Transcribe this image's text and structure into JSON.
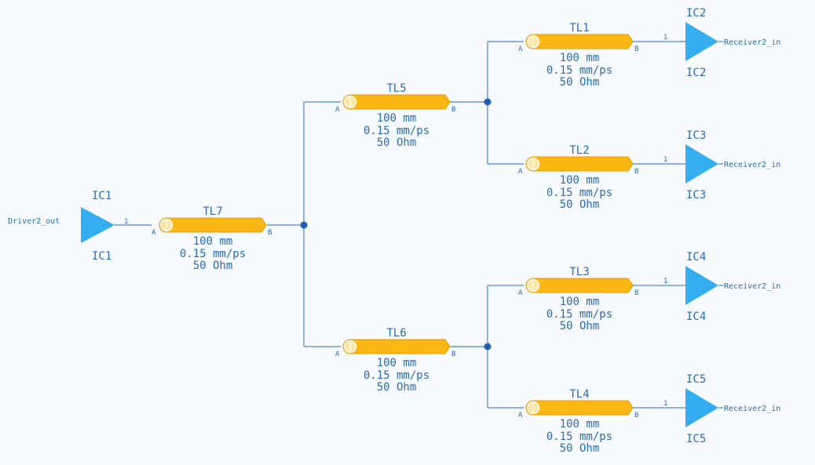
{
  "colors": {
    "background": "#f7faff",
    "wire": "#4a86c8",
    "trace_fill": "#fbb714",
    "trace_stroke": "#e99a00",
    "buffer": "#34aef0",
    "junction": "#1f5fb0",
    "text": "#2a6bb8"
  },
  "driver": {
    "ref_top": "IC1",
    "ref_bottom": "IC1",
    "net": "Driver2_out",
    "pin": "1"
  },
  "pin_a": "A",
  "pin_b": "B",
  "lines": [
    {
      "name": "TL7",
      "length": "100 mm",
      "velocity": "0.15 mm/ps",
      "impedance": "50 Ohm"
    },
    {
      "name": "TL5",
      "length": "100 mm",
      "velocity": "0.15 mm/ps",
      "impedance": "50 Ohm"
    },
    {
      "name": "TL6",
      "length": "100 mm",
      "velocity": "0.15 mm/ps",
      "impedance": "50 Ohm"
    },
    {
      "name": "TL1",
      "length": "100 mm",
      "velocity": "0.15 mm/ps",
      "impedance": "50 Ohm"
    },
    {
      "name": "TL2",
      "length": "100 mm",
      "velocity": "0.15 mm/ps",
      "impedance": "50 Ohm"
    },
    {
      "name": "TL3",
      "length": "100 mm",
      "velocity": "0.15 mm/ps",
      "impedance": "50 Ohm"
    },
    {
      "name": "TL4",
      "length": "100 mm",
      "velocity": "0.15 mm/ps",
      "impedance": "50 Ohm"
    }
  ],
  "receivers": [
    {
      "ref_top": "IC2",
      "ref_bottom": "IC2",
      "net": "Receiver2_in",
      "pin": "1"
    },
    {
      "ref_top": "IC3",
      "ref_bottom": "IC3",
      "net": "Receiver2_in",
      "pin": "1"
    },
    {
      "ref_top": "IC4",
      "ref_bottom": "IC4",
      "net": "Receiver2_in",
      "pin": "1"
    },
    {
      "ref_top": "IC5",
      "ref_bottom": "IC5",
      "net": "Receiver2_in",
      "pin": "1"
    }
  ]
}
